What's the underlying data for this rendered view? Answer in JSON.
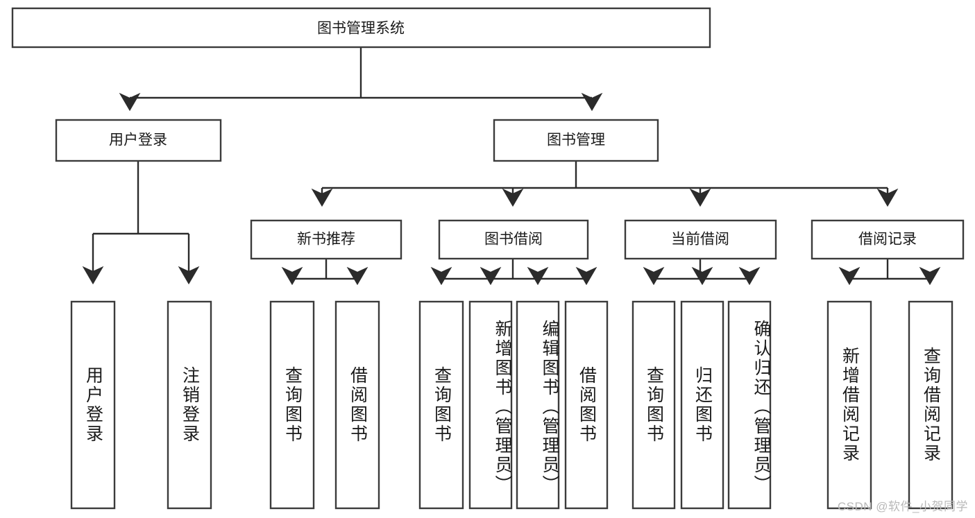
{
  "diagram": {
    "type": "tree",
    "title": "图书管理系统",
    "watermark": "CSDN @软件_小贺同学",
    "colors": {
      "box_stroke": "#3b3b3b",
      "box_fill": "#ffffff",
      "connector": "#2b2b2b",
      "text": "#1a1a1a",
      "watermark": "#b9b9b9",
      "background": "#ffffff"
    },
    "root": {
      "label": "图书管理系统"
    },
    "level2": [
      {
        "label": "用户登录"
      },
      {
        "label": "图书管理"
      }
    ],
    "level3": [
      {
        "label": "新书推荐"
      },
      {
        "label": "图书借阅"
      },
      {
        "label": "当前借阅"
      },
      {
        "label": "借阅记录"
      }
    ],
    "leaves": {
      "user_login": [
        {
          "label": "用户登录"
        },
        {
          "label": "注销登录"
        }
      ],
      "new_book_recommend": [
        {
          "label": "查询图书"
        },
        {
          "label": "借阅图书"
        }
      ],
      "book_borrow": [
        {
          "label": "查询图书"
        },
        {
          "label": "新增图书（管理员）"
        },
        {
          "label": "编辑图书（管理员）"
        },
        {
          "label": "借阅图书"
        }
      ],
      "current_borrow": [
        {
          "label": "查询图书"
        },
        {
          "label": "归还图书"
        },
        {
          "label": "确认归还（管理员）"
        }
      ],
      "borrow_record": [
        {
          "label": "新增借阅记录"
        },
        {
          "label": "查询借阅记录"
        }
      ]
    }
  }
}
